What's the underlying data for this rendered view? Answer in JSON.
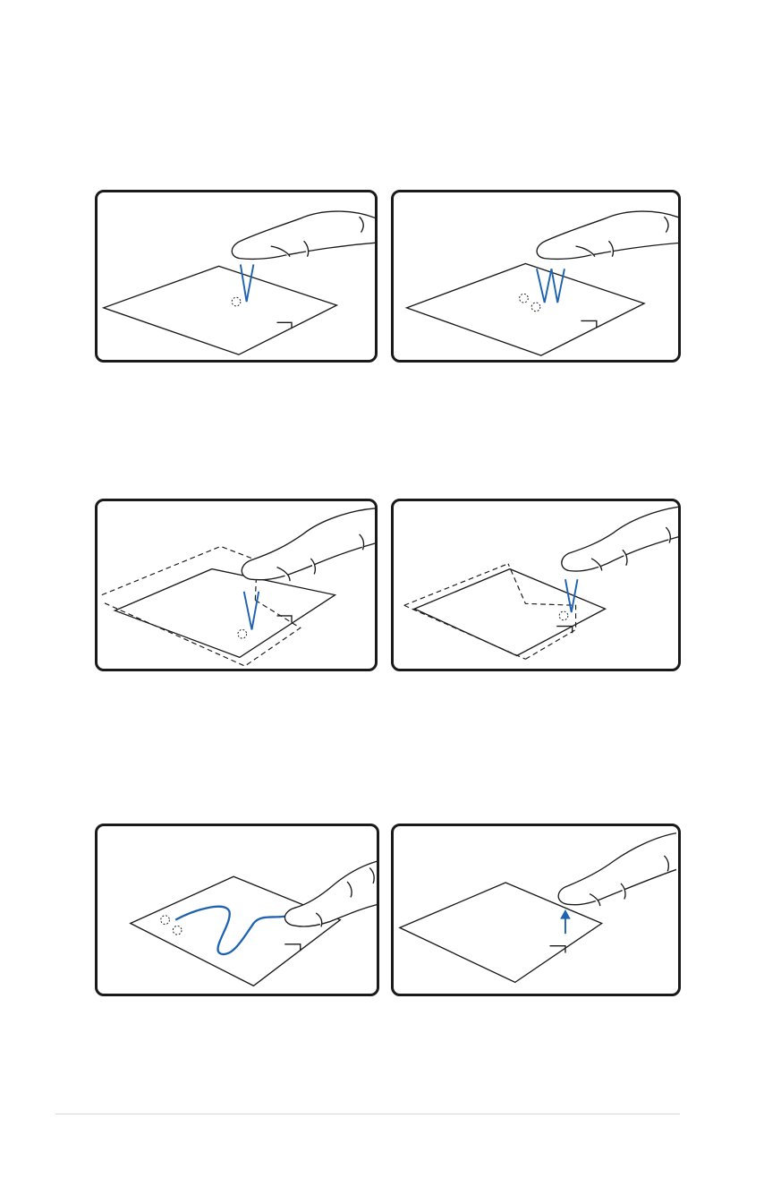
{
  "colors": {
    "outline": "#1a1a1a",
    "gesture_blue": "#1f63b0",
    "divider": "#d6d6d6"
  },
  "panels": [
    {
      "id": "single-tap",
      "icons": [
        "finger-icon",
        "tap-indicator-icon",
        "tap-ripple-icon"
      ]
    },
    {
      "id": "double-tap",
      "icons": [
        "finger-icon",
        "double-tap-indicator-icon",
        "tap-ripple-icon"
      ]
    },
    {
      "id": "drag-start",
      "icons": [
        "finger-icon",
        "tap-indicator-icon",
        "tap-ripple-icon",
        "drag-ghost-icon"
      ]
    },
    {
      "id": "drag-end",
      "icons": [
        "finger-icon",
        "tap-indicator-icon",
        "tap-ripple-icon",
        "drag-ghost-icon"
      ]
    },
    {
      "id": "slide-move",
      "icons": [
        "finger-icon",
        "motion-path-icon",
        "tap-ripple-icon"
      ]
    },
    {
      "id": "lift-release",
      "icons": [
        "finger-icon",
        "lift-arrow-icon"
      ]
    }
  ]
}
